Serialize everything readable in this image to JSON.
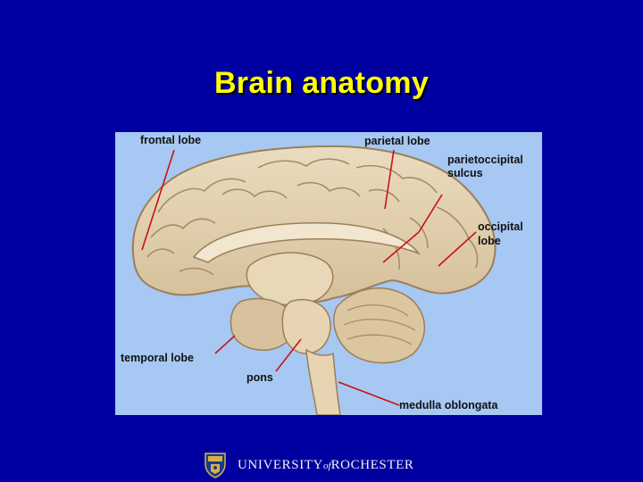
{
  "slide": {
    "title": "Brain anatomy"
  },
  "figure": {
    "labels": {
      "frontal_lobe": "frontal lobe",
      "parietal_lobe": "parietal lobe",
      "parietooccipital_line1": "parietoccipital",
      "parietooccipital_line2": "sulcus",
      "occipital_line1": "occipital",
      "occipital_line2": "lobe",
      "temporal_lobe": "temporal lobe",
      "pons": "pons",
      "medulla": "medulla oblongata"
    },
    "colors": {
      "background": "#a6c8f2",
      "tissue": "#e2cfae",
      "tissue_shadow": "#a88c66",
      "leader_lines": "#cc1111"
    }
  },
  "footer": {
    "logo_icon": "university-shield-icon",
    "university_part1": "UNIVERSITY",
    "university_of": "of",
    "university_part2": "ROCHESTER"
  },
  "colors": {
    "slide_background": "#0000a0",
    "title": "#ffff00"
  }
}
